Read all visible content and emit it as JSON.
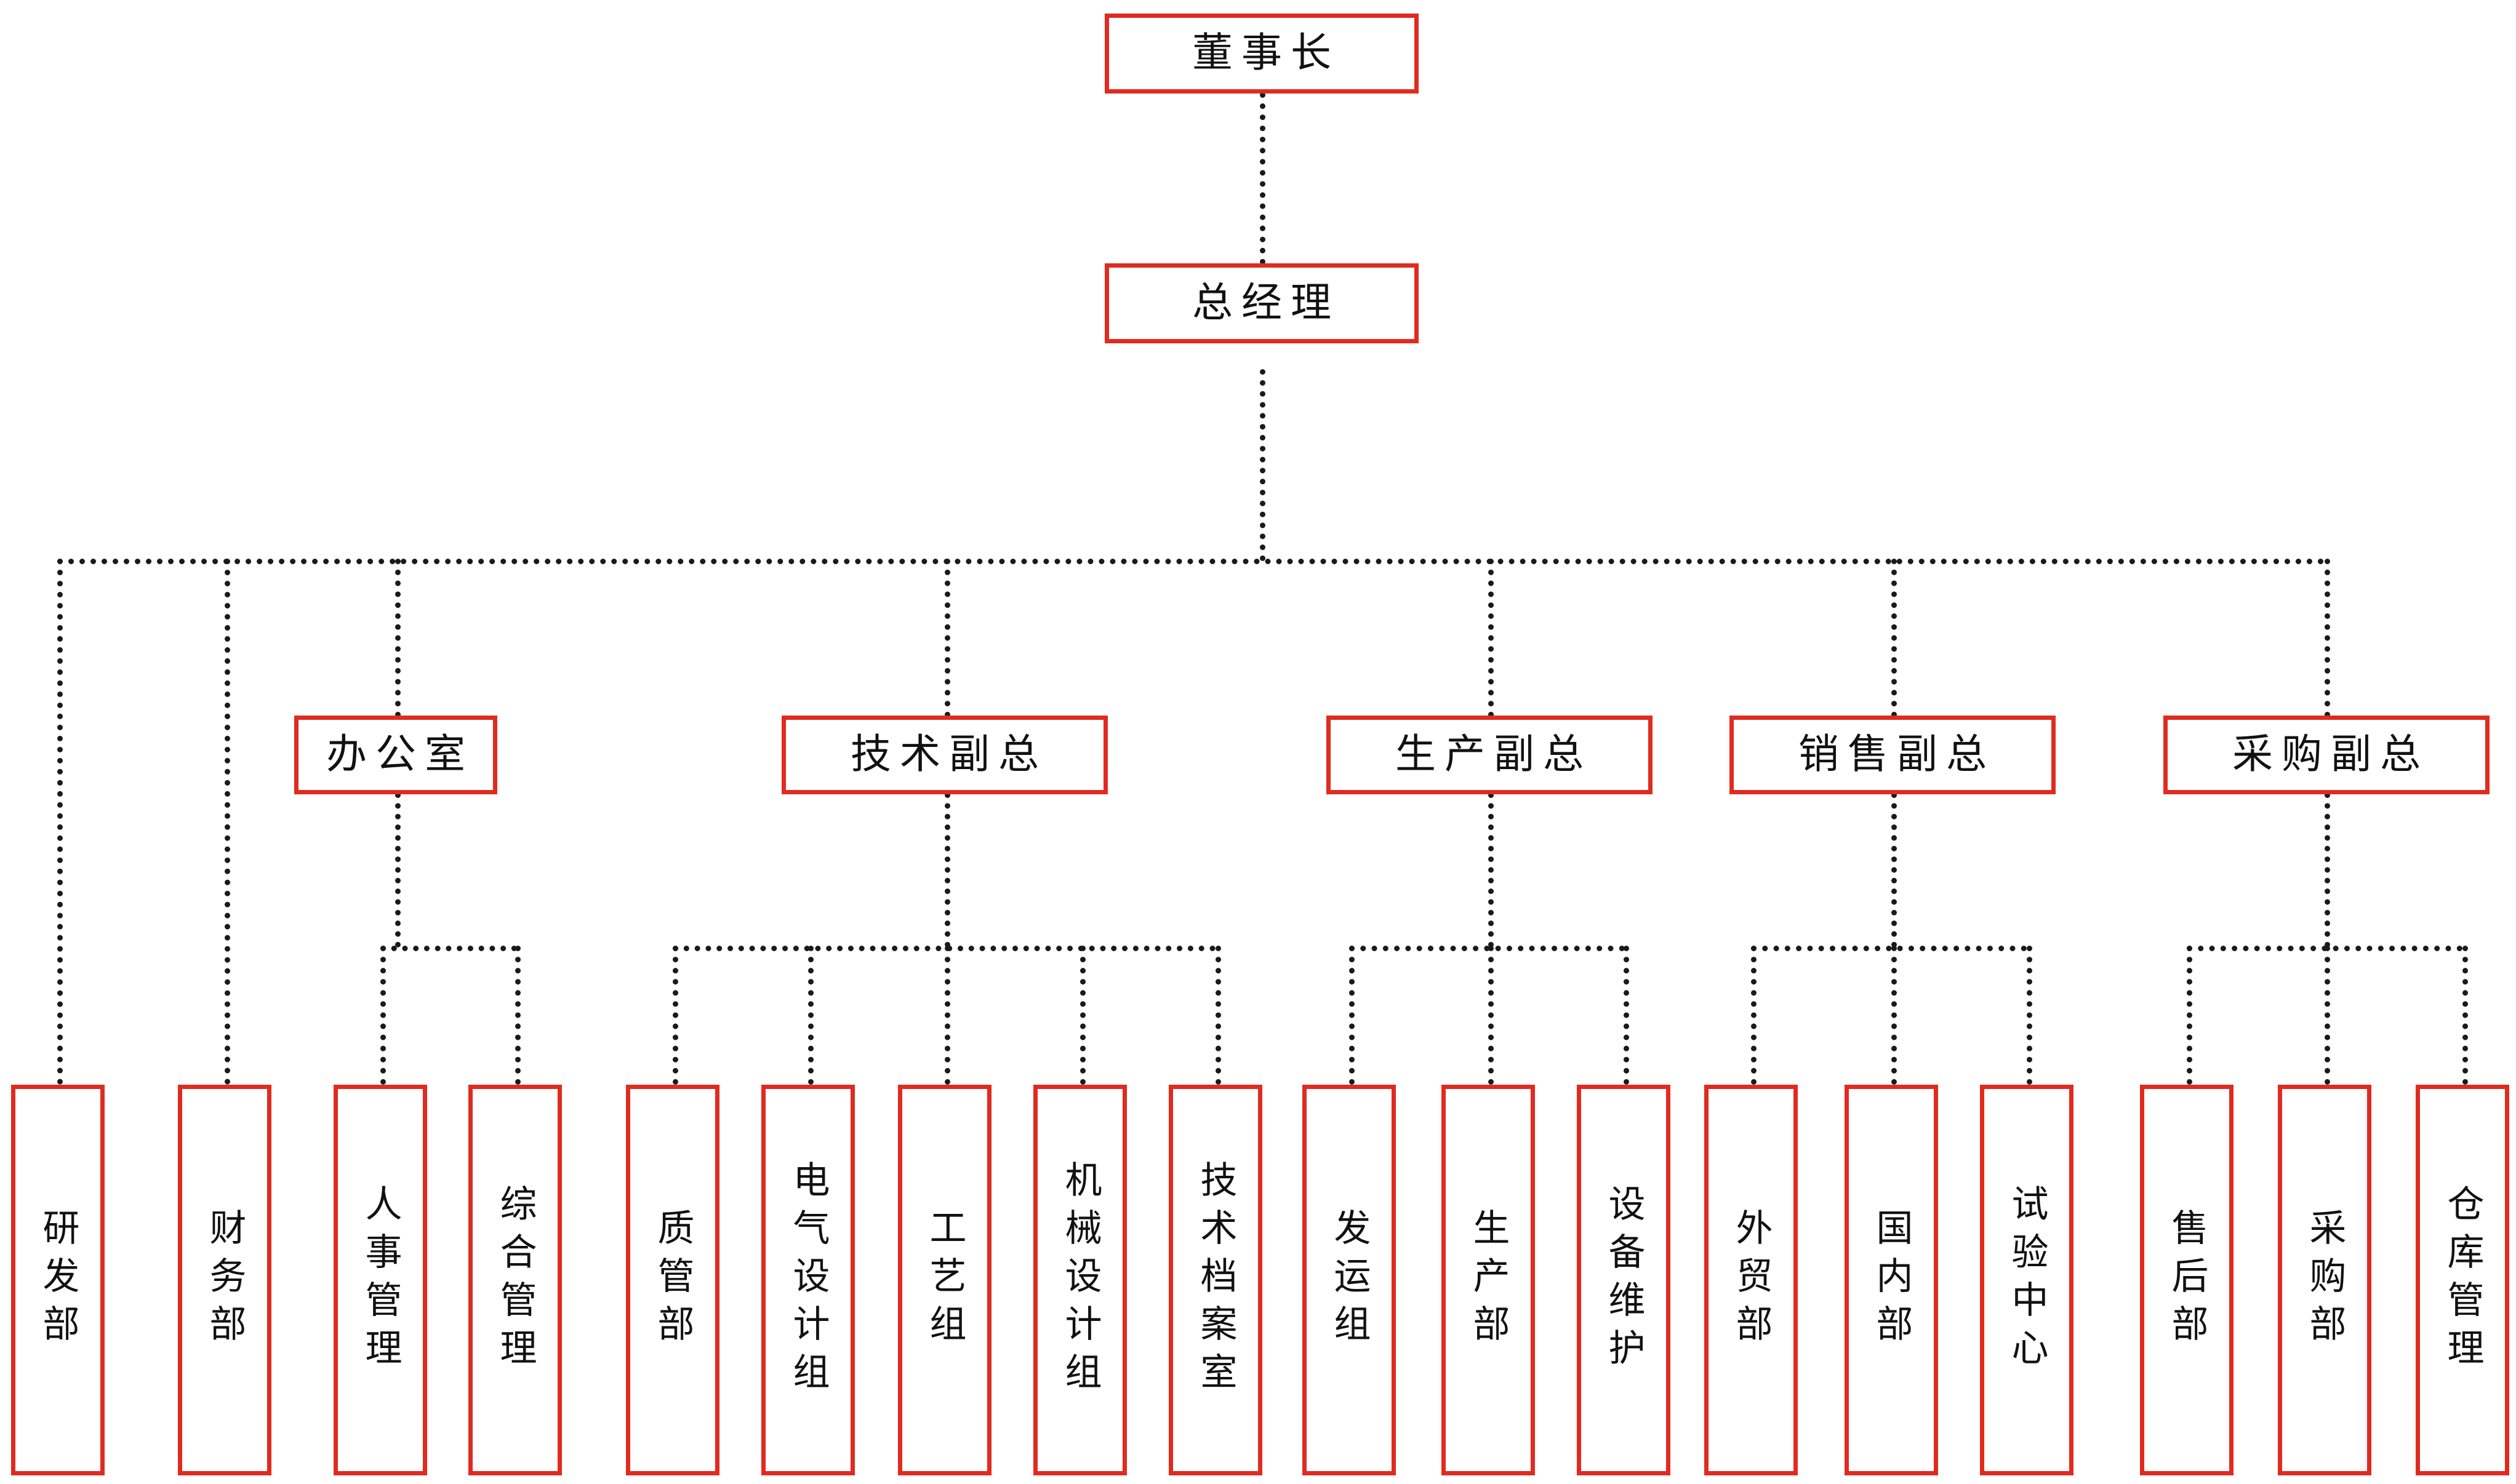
{
  "chart_type": "org-chart",
  "palette": {
    "box_border": "#e02b20",
    "connector": "#1a1a1a",
    "background": "#ffffff",
    "text": "#111111"
  },
  "org": {
    "root": {
      "label": "董事长"
    },
    "level2": {
      "label": "总经理"
    },
    "level3": [
      {
        "label": "办公室"
      },
      {
        "label": "技术副总"
      },
      {
        "label": "生产副总"
      },
      {
        "label": "销售副总"
      },
      {
        "label": "采购副总"
      }
    ],
    "leaves": [
      {
        "label": "研发部",
        "parent": "总经理"
      },
      {
        "label": "财务部",
        "parent": "总经理"
      },
      {
        "label": "人事管理",
        "parent": "办公室"
      },
      {
        "label": "综合管理",
        "parent": "办公室"
      },
      {
        "label": "质管部",
        "parent": "技术副总"
      },
      {
        "label": "电气设计组",
        "parent": "技术副总"
      },
      {
        "label": "工艺组",
        "parent": "技术副总"
      },
      {
        "label": "机械设计组",
        "parent": "技术副总"
      },
      {
        "label": "技术档案室",
        "parent": "技术副总"
      },
      {
        "label": "发运组",
        "parent": "生产副总"
      },
      {
        "label": "生产部",
        "parent": "生产副总"
      },
      {
        "label": "设备维护",
        "parent": "生产副总"
      },
      {
        "label": "外贸部",
        "parent": "销售副总"
      },
      {
        "label": "国内部",
        "parent": "销售副总"
      },
      {
        "label": "试验中心",
        "parent": "销售副总"
      },
      {
        "label": "售后部",
        "parent": "采购副总"
      },
      {
        "label": "采购部",
        "parent": "采购副总"
      },
      {
        "label": "仓库管理",
        "parent": "采购副总"
      }
    ]
  }
}
